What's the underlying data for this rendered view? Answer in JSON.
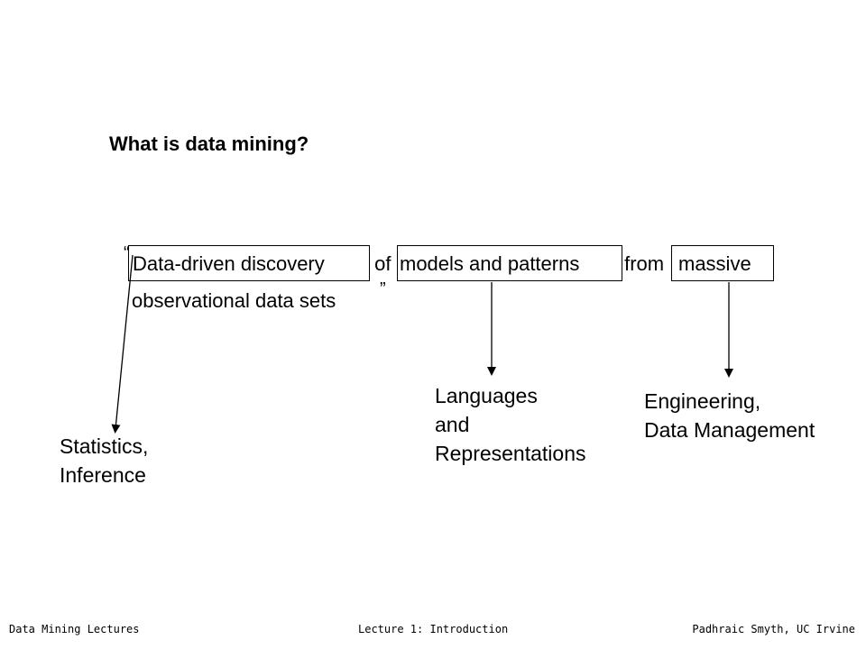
{
  "slide": {
    "title": "What is data mining?",
    "quote": {
      "open_mark": "“",
      "line1_parts": [
        "Data-driven discovery",
        " of ",
        "models and patterns",
        " from ",
        "massive"
      ],
      "line2": "observational data sets",
      "close_mark": "”"
    },
    "labels": {
      "statistics": [
        "Statistics,",
        "Inference"
      ],
      "languages": [
        "Languages",
        "and",
        "Representations"
      ],
      "engineering": [
        "Engineering,",
        "Data Management"
      ]
    }
  },
  "footer": {
    "left": "Data Mining Lectures",
    "center": "Lecture 1: Introduction",
    "right": "Padhraic Smyth, UC Irvine"
  }
}
